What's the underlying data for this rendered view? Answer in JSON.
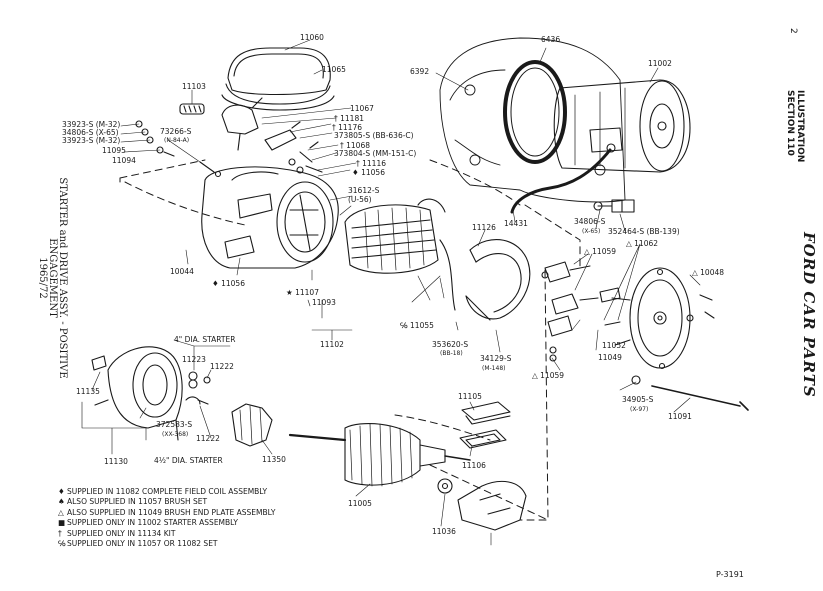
{
  "page_number": "2",
  "section": {
    "line1": "ILLUSTRATION",
    "line2": "SECTION 110"
  },
  "brand": "FORD CAR PARTS",
  "side_title": {
    "line1": "STARTER and DRIVE ASSY. - POSITIVE ENGAGEMENT",
    "line2": "1965/72"
  },
  "drawing_code": "P-3191",
  "labels": {
    "p11060": "11060",
    "p11065": "11065",
    "p11103": "11103",
    "p11067": "11067",
    "p11181": "† 11181",
    "p11176": "† 11176",
    "p373805": "373805-S (BB-636-C)",
    "p11068": "† 11068",
    "p373804": "373804-S (MM-151-C)",
    "p11116": "† 11116",
    "p11056a": "♦ 11056",
    "p33923a": "33923-S (M-32)",
    "p34806a": "34806-S (X-65)",
    "p33923b": "33923-S (M-32)",
    "p73266": "73266-S",
    "p73266b": "(N-84-A)",
    "p11095": "11095",
    "p11094": "11094",
    "p31612": "31612-S",
    "p31612b": "(U-56)",
    "p10044": "10044",
    "p11056b": "♦ 11056",
    "p11107": "★ 11107",
    "p11093": "11093",
    "p11102": "11102",
    "p6436": "6436",
    "p6392": "6392",
    "p11002": "11002",
    "p14431": "14431",
    "p34806b": "34806-S",
    "p34806bb": "(X-65)",
    "p352464": "352464-S (BB-139)",
    "p11126": "11126",
    "p11059a": "△ 11059",
    "p11062": "△ 11062",
    "p10048": "△ 10048",
    "p11055": "℅ 11055",
    "p353620": "353620-S",
    "p353620b": "(BB-18)",
    "p34129": "34129-S",
    "p34129b": "(M-148)",
    "p11059b": "△ 11059",
    "p11052": "11052",
    "p11049": "11049",
    "p34905": "34905-S",
    "p34905b": "(X-97)",
    "p11091": "11091",
    "p4dia": "4\" DIA. STARTER",
    "p11223": "11223",
    "p11222a": "11222",
    "p11135": "11135",
    "p372583": "372583-S",
    "p372583b": "(XX-368)",
    "p11222b": "11222",
    "p45dia": "4½\" DIA. STARTER",
    "p11130": "11130",
    "p11350": "11350",
    "p11105": "11105",
    "p11106": "11106",
    "p11005": "11005",
    "p11036": "11036"
  },
  "legend": [
    {
      "symbol": "♦",
      "text": "SUPPLIED IN 11082 COMPLETE FIELD COIL ASSEMBLY"
    },
    {
      "symbol": "♠",
      "text": "ALSO SUPPLIED IN 11057 BRUSH SET"
    },
    {
      "symbol": "△",
      "text": "ALSO SUPPLIED IN 11049 BRUSH END PLATE ASSEMBLY"
    },
    {
      "symbol": "■",
      "text": "SUPPLIED ONLY IN 11002 STARTER ASSEMBLY"
    },
    {
      "symbol": "†",
      "text": "SUPPLIED ONLY IN 11134 KIT"
    },
    {
      "symbol": "℅",
      "text": "SUPPLIED ONLY IN 11057 OR 11082 SET"
    }
  ]
}
